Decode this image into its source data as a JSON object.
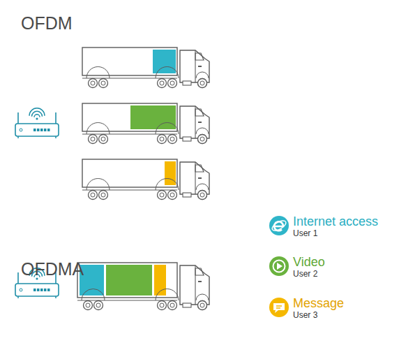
{
  "diagram": {
    "labels": [
      "OFDM",
      "OFDMA",
      "User 1",
      "User 2",
      "User 3"
    ],
    "legend": [
      {
        "text": "Internet access",
        "color": "#2fb5c9"
      },
      {
        "text": "Video",
        "color": "#6ab23e"
      },
      {
        "text": "Message",
        "color": "#f5b800"
      }
    ]
  }
}
